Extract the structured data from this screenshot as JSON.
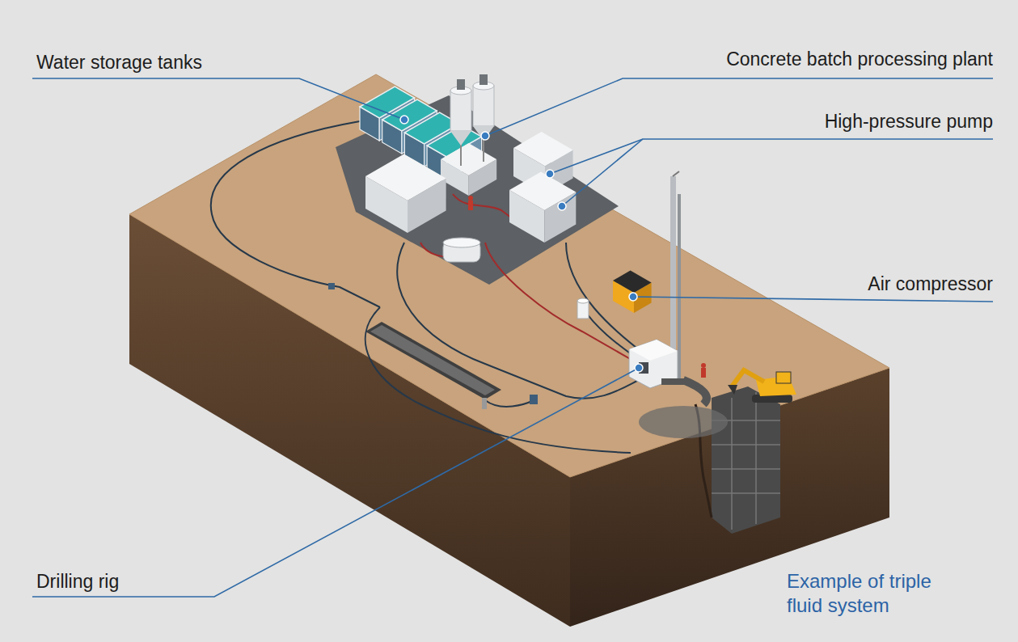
{
  "diagram": {
    "caption": "Example of triple fluid system",
    "labels": [
      "Water storage tanks",
      "Concrete batch processing plant",
      "High-pressure pump",
      "Air compressor",
      "Drilling rig"
    ]
  }
}
